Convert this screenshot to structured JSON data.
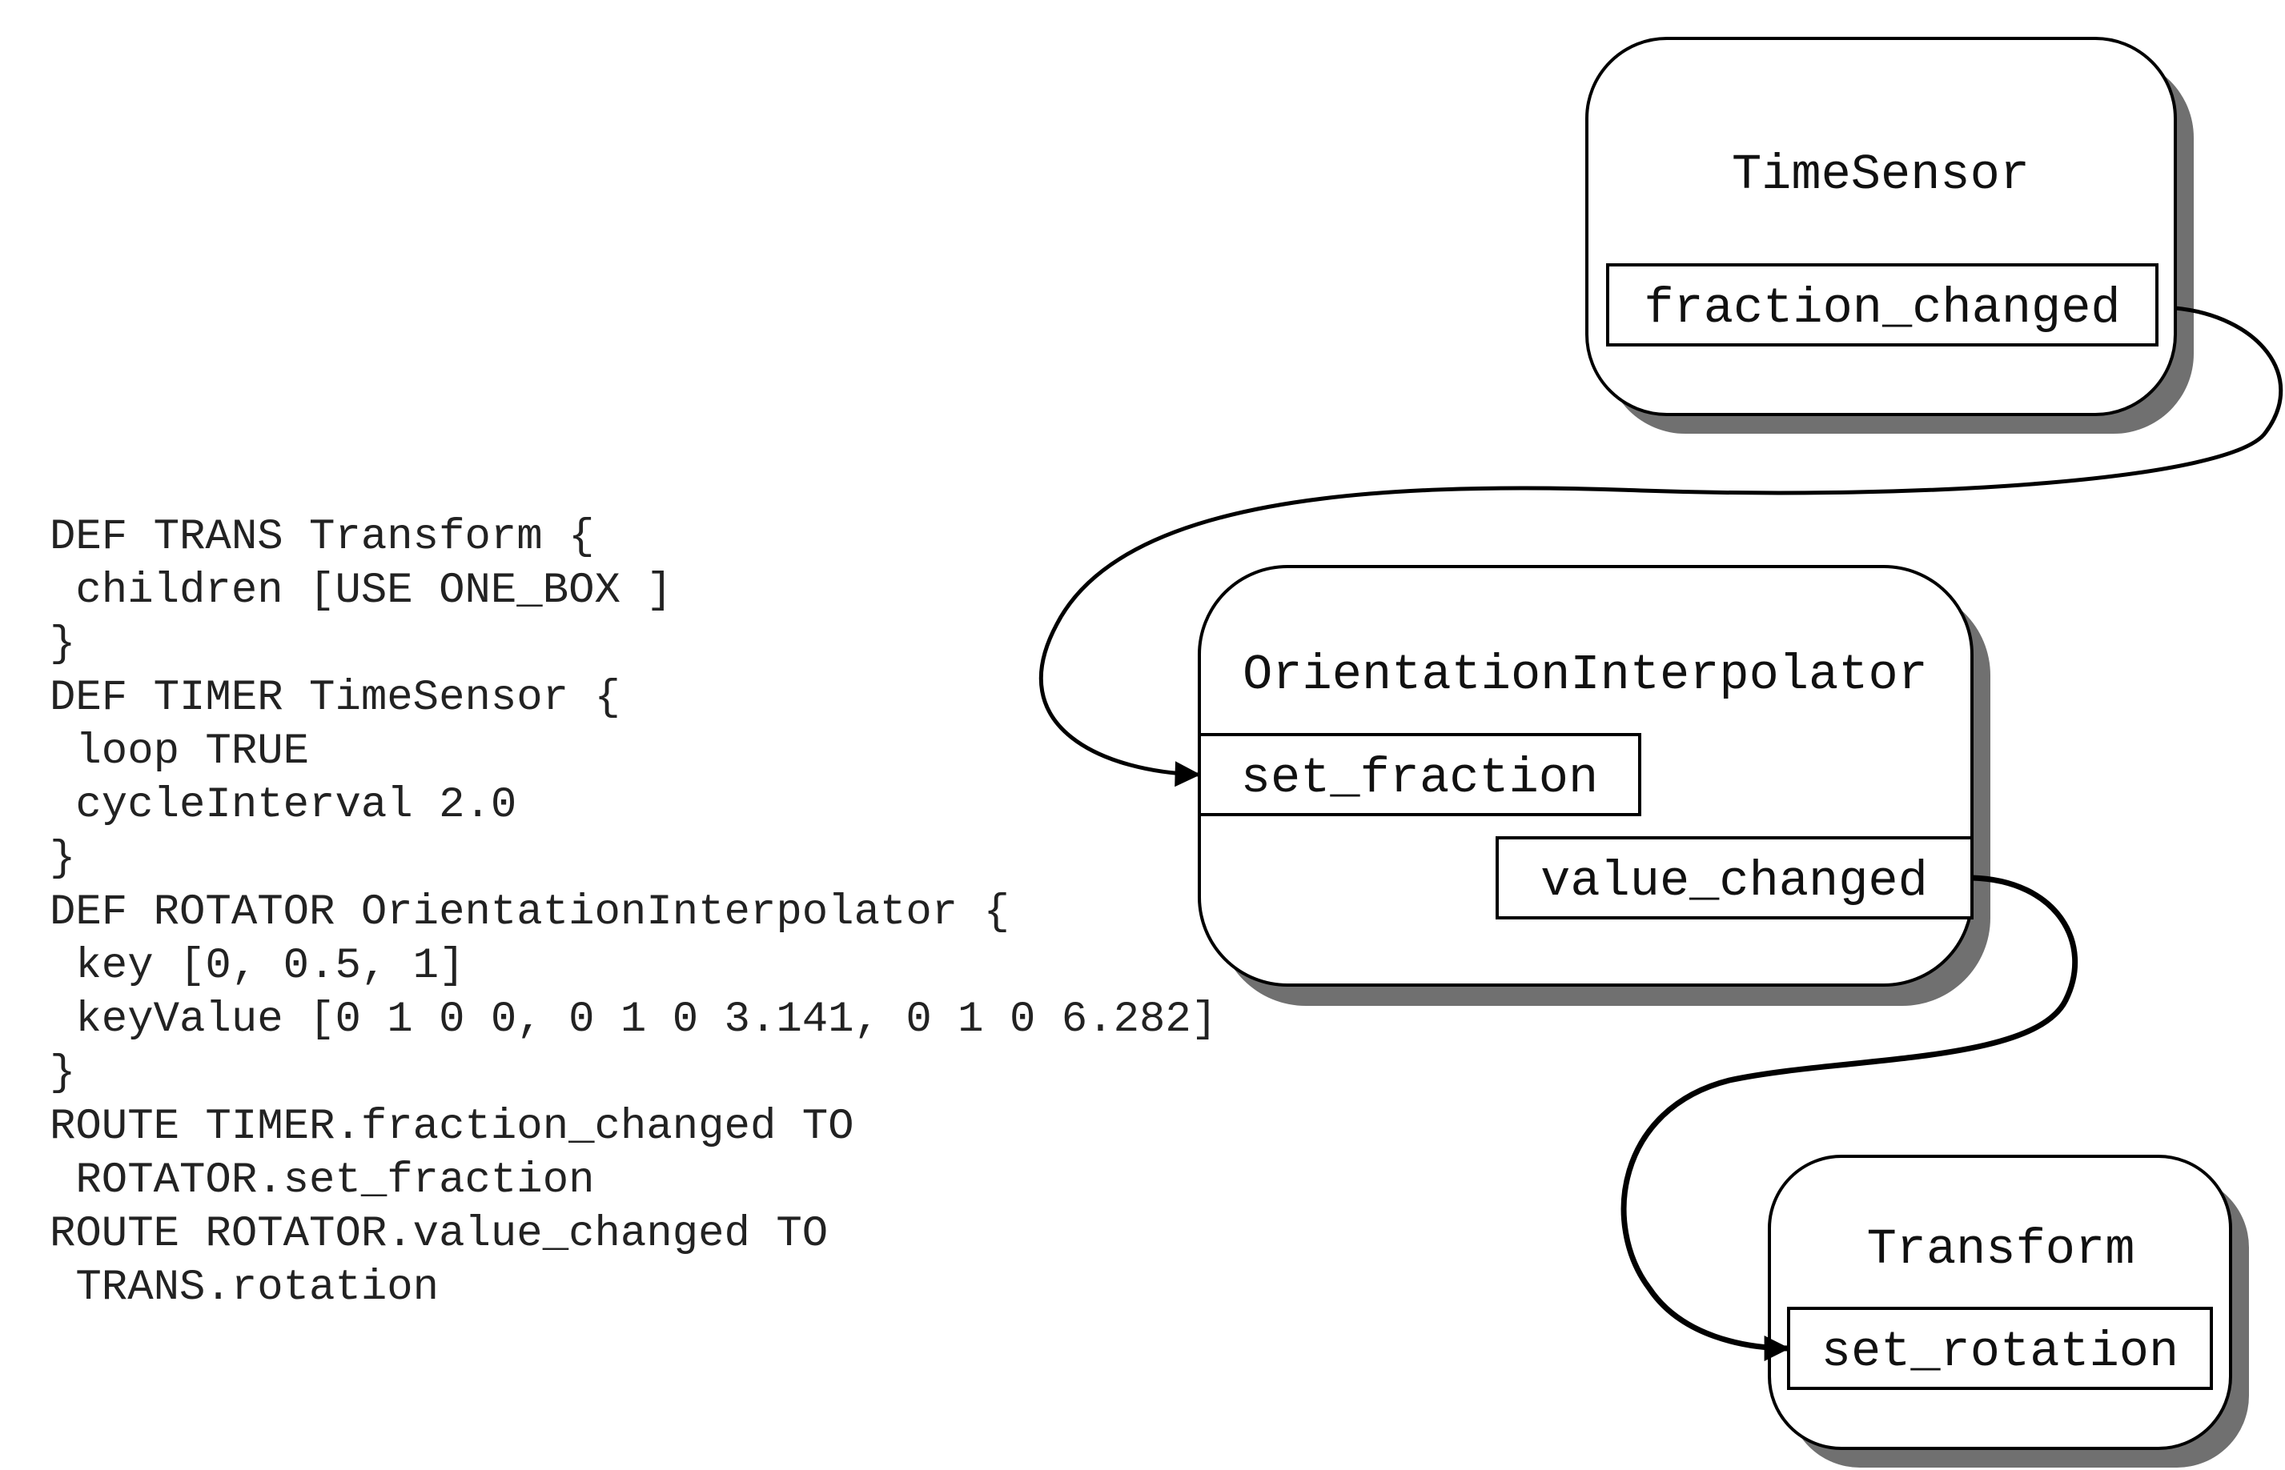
{
  "code_lines": [
    "DEF TRANS Transform {",
    " children [USE ONE_BOX ]",
    "}",
    "DEF TIMER TimeSensor {",
    " loop TRUE",
    " cycleInterval 2.0",
    "}",
    "DEF ROTATOR OrientationInterpolator {",
    " key [0, 0.5, 1]",
    " keyValue [0 1 0 0, 0 1 0 3.141, 0 1 0 6.282]",
    "}",
    "ROUTE TIMER.fraction_changed TO",
    " ROTATOR.set_fraction",
    "ROUTE ROTATOR.value_changed TO",
    " TRANS.rotation"
  ],
  "nodes": {
    "timesensor": {
      "title": "TimeSensor",
      "port": "fraction_changed"
    },
    "interpolator": {
      "title": "OrientationInterpolator",
      "port_in": "set_fraction",
      "port_out": "value_changed"
    },
    "transform": {
      "title": "Transform",
      "port": "set_rotation"
    }
  },
  "colors": {
    "line": "#000000",
    "shadow": "#707070",
    "background": "#ffffff"
  }
}
